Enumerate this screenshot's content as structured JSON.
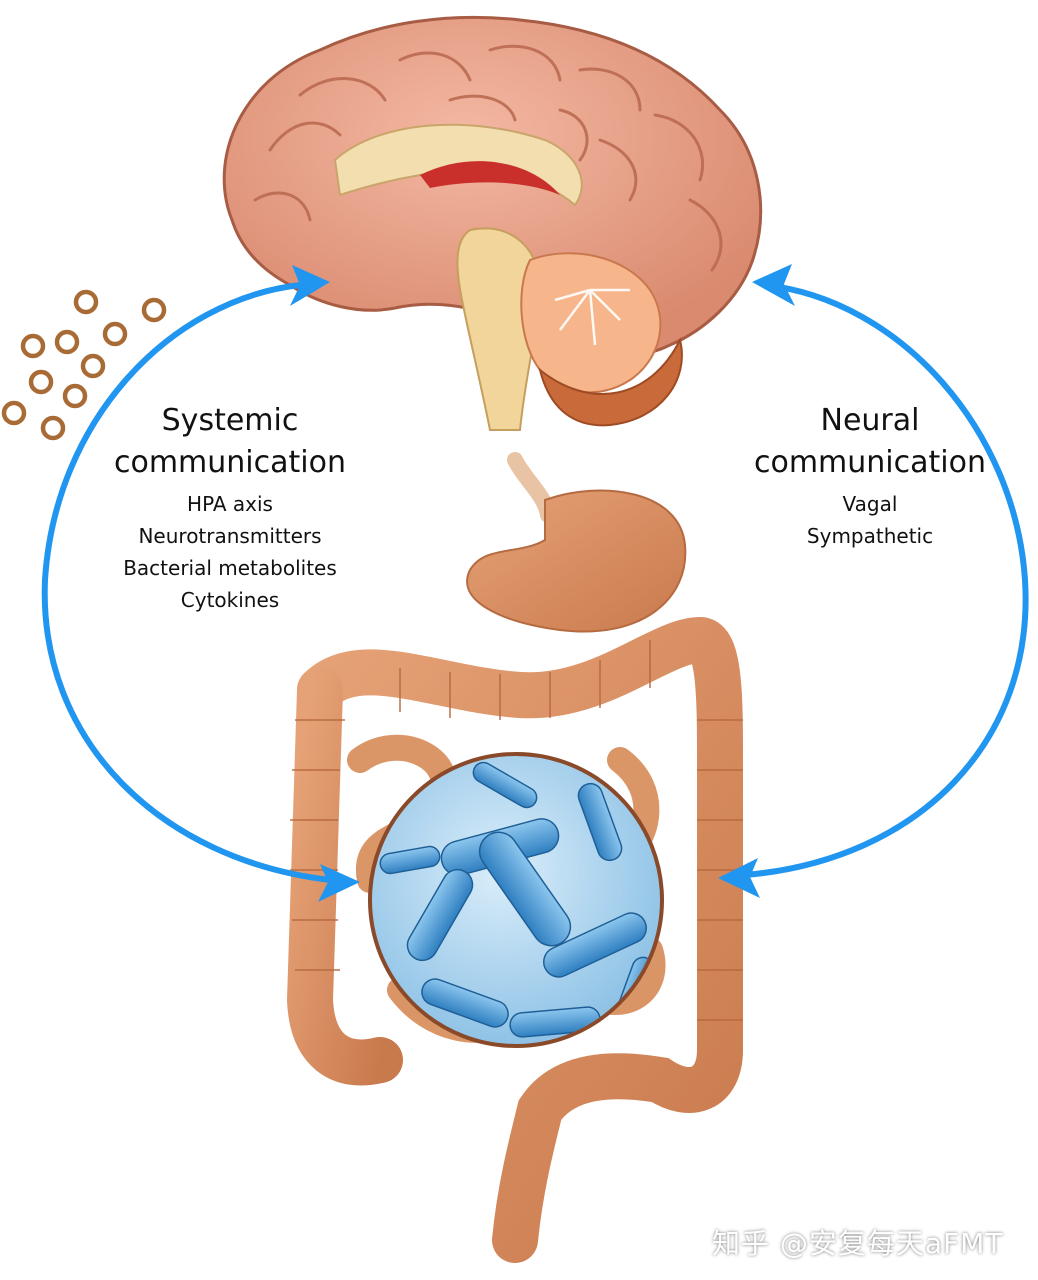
{
  "systemic": {
    "heading_line1": "Systemic",
    "heading_line2": "communication",
    "items": [
      "HPA axis",
      "Neurotransmitters",
      "Bacterial metabolites",
      "Cytokines"
    ]
  },
  "neural": {
    "heading_line1": "Neural",
    "heading_line2": "communication",
    "items": [
      "Vagal",
      "Sympathetic"
    ]
  },
  "watermark": "知乎 @安复每天aFMT",
  "colors": {
    "arrow": "#2196f0",
    "brain": "#e49a80",
    "gut": "#d98b5f",
    "bacteria": "#4f9fd6",
    "particles": "#a86b35"
  },
  "icons": [
    "brain-illustration",
    "gut-illustration",
    "bacteria-magnifier",
    "particle-circles"
  ]
}
